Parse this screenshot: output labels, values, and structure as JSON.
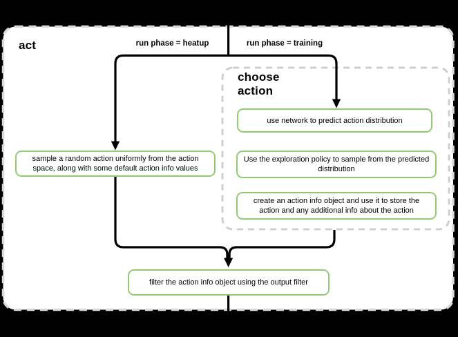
{
  "diagram": {
    "title": "act",
    "branch_labels": {
      "heatup": "run phase = heatup",
      "training": "run phase = training"
    },
    "group": {
      "title": "choose action",
      "steps": [
        "use network to predict action distribution",
        "Use the exploration policy to sample from the predicted distribution",
        "create an action info object and use it to store the action and any additional info about the action"
      ]
    },
    "heatup_step": "sample a random action uniformly from the action space, along with some default action info values",
    "merge_step": "filter the action info object using the output filter",
    "colors": {
      "background": "#000000",
      "panel_fill": "#ffffff",
      "panel_border": "#d9d9d9",
      "group_border": "#cccccc",
      "step_border": "#94ca73",
      "connector": "#000000",
      "text": "#000000"
    }
  }
}
